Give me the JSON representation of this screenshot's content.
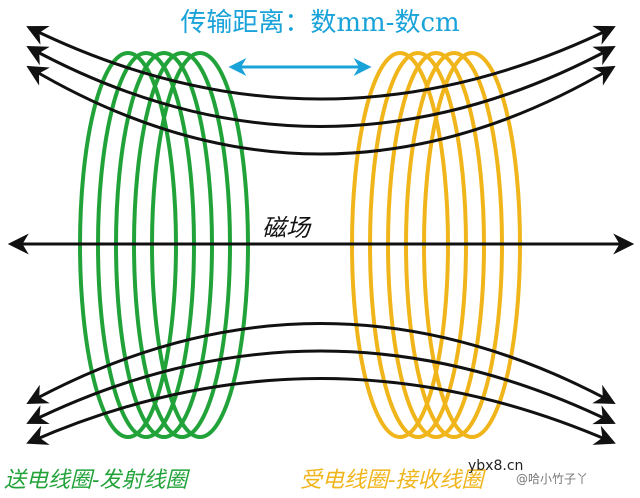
{
  "title": "传输距离：数mm-数cm",
  "field_label": "磁场",
  "transmitter_label": "送电线圈-发射线圈",
  "receiver_label": "受电线圈-接收线圈",
  "watermark": "ybx8.cn",
  "watermark_author": "@哈小竹子丫",
  "colors": {
    "transmitter": "#22a33a",
    "receiver": "#f1b51c",
    "title": "#1aa3d9",
    "distance_arrow": "#1aa3d9",
    "field_lines": "#111111"
  }
}
